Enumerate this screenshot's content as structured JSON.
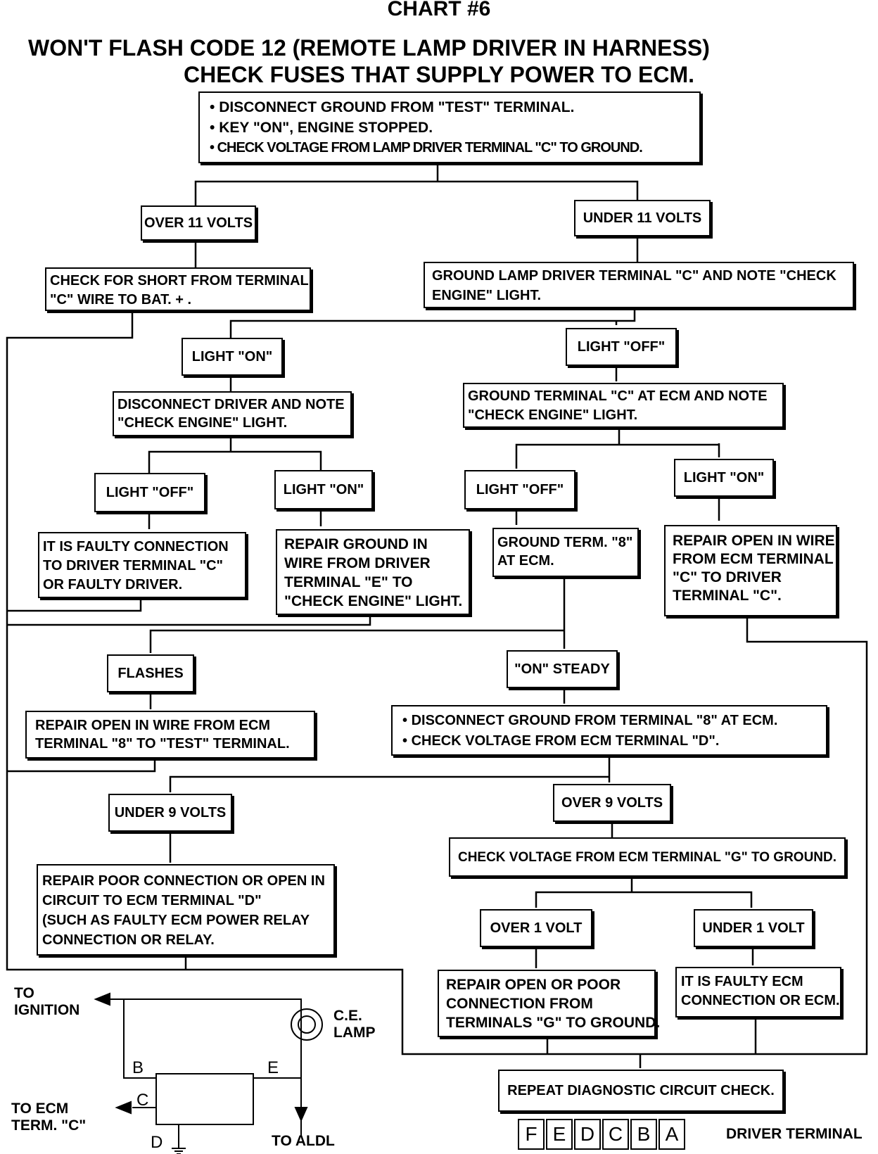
{
  "title": {
    "chart_number": "CHART #6",
    "line1": "WON'T FLASH CODE 12    (REMOTE LAMP DRIVER IN HARNESS)",
    "line2": "CHECK FUSES THAT SUPPLY POWER TO ECM."
  },
  "steps": {
    "start": [
      "DISCONNECT GROUND FROM \"TEST\" TERMINAL.",
      "KEY \"ON\", ENGINE STOPPED.",
      "CHECK VOLTAGE FROM LAMP DRIVER TERMINAL \"C\" TO GROUND."
    ],
    "over11": "OVER 11 VOLTS",
    "under11": "UNDER 11 VOLTS",
    "short": [
      "CHECK FOR SHORT FROM TERMINAL",
      "\"C\"  WIRE TO BAT. + ."
    ],
    "ground_driver": [
      "GROUND LAMP DRIVER TERMINAL \"C\" AND NOTE  \"CHECK",
      "ENGINE\" LIGHT."
    ],
    "light_on_1": "LIGHT \"ON\"",
    "light_off_1": "LIGHT \"OFF\"",
    "disconnect_driver": [
      "DISCONNECT DRIVER AND NOTE",
      "\"CHECK ENGINE\" LIGHT."
    ],
    "ground_ecm_c": [
      "GROUND TERMINAL \"C\" AT ECM AND NOTE",
      "\"CHECK ENGINE\" LIGHT."
    ],
    "light_off_2": "LIGHT \"OFF\"",
    "light_on_2": "LIGHT \"ON\"",
    "light_off_3": "LIGHT \"OFF\"",
    "light_on_3": "LIGHT \"ON\"",
    "faulty_connection": [
      "IT IS FAULTY CONNECTION",
      "TO DRIVER TERMINAL \"C\"",
      "OR FAULTY DRIVER."
    ],
    "repair_ground": [
      "REPAIR GROUND IN",
      "WIRE FROM DRIVER",
      "TERMINAL \"E\" TO",
      "\"CHECK ENGINE\" LIGHT."
    ],
    "ground_term_8": [
      "GROUND TERM. \"8\"",
      "AT ECM."
    ],
    "repair_open_ecm_c": [
      "REPAIR OPEN IN WIRE",
      "FROM ECM TERMINAL",
      "\"C\" TO DRIVER",
      "TERMINAL \"C\"."
    ],
    "flashes": "FLASHES",
    "on_steady": "\"ON\" STEADY",
    "repair_open_8": [
      "REPAIR OPEN IN WIRE FROM ECM",
      "TERMINAL \"8\" TO \"TEST\" TERMINAL."
    ],
    "disconnect_ground_8": [
      "DISCONNECT GROUND FROM TERMINAL  \"8\"  AT ECM.",
      "CHECK VOLTAGE  FROM ECM TERMINAL  \"D\"."
    ],
    "under9": "UNDER 9 VOLTS",
    "over9": "OVER 9 VOLTS",
    "repair_poor_d": [
      "REPAIR POOR CONNECTION OR OPEN IN",
      "CIRCUIT TO ECM TERMINAL \"D\"",
      "(SUCH AS FAULTY ECM POWER RELAY",
      "CONNECTION OR RELAY."
    ],
    "check_g": "CHECK VOLTAGE FROM ECM TERMINAL \"G\" TO GROUND.",
    "over1": "OVER 1 VOLT",
    "under1": "UNDER 1 VOLT",
    "repair_open_g": [
      "REPAIR OPEN OR POOR",
      "CONNECTION FROM",
      "TERMINALS \"G\" TO GROUND."
    ],
    "faulty_ecm": [
      "IT IS FAULTY ECM",
      "CONNECTION OR ECM."
    ],
    "repeat": "REPEAT DIAGNOSTIC CIRCUIT CHECK."
  },
  "schematic": {
    "to_ignition": [
      "TO",
      "IGNITION"
    ],
    "ce_lamp": [
      "C.E.",
      "LAMP"
    ],
    "to_ecm": [
      "TO ECM",
      "TERM. \"C\""
    ],
    "to_aldl": "TO ALDL",
    "pin_b": "B",
    "pin_c": "C",
    "pin_d": "D",
    "pin_e": "E"
  },
  "driver_terminal": {
    "pins": [
      "F",
      "E",
      "D",
      "C",
      "B",
      "A"
    ],
    "label": "DRIVER TERMINAL"
  }
}
